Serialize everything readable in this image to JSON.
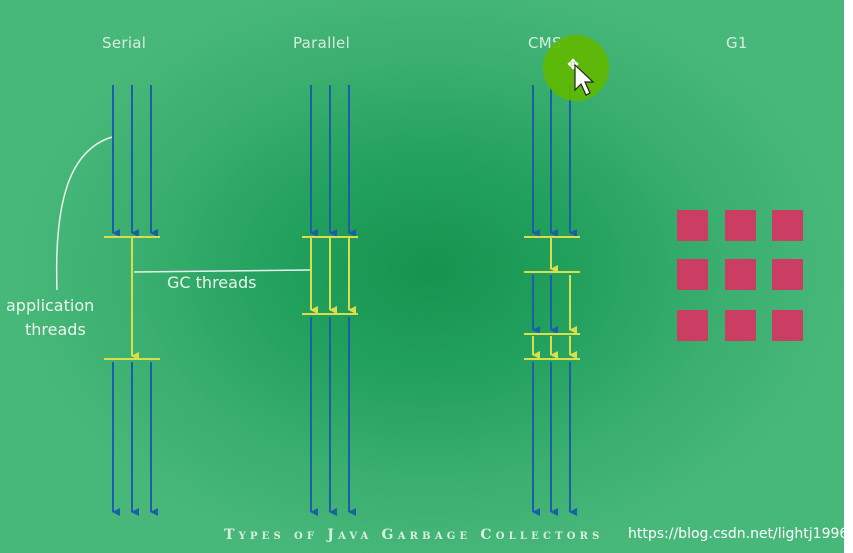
{
  "diagram": {
    "columns": [
      {
        "key": "serial",
        "label": "Serial"
      },
      {
        "key": "parallel",
        "label": "Parallel"
      },
      {
        "key": "cms",
        "label": "CMS"
      },
      {
        "key": "g1",
        "label": "G1"
      }
    ],
    "labels": {
      "application_threads_line1": "application",
      "application_threads_line2": "threads",
      "gc_threads": "GC threads"
    },
    "footer_title": "Types of Java Garbage Collectors",
    "watermark": "https://blog.csdn.net/lightj1996"
  },
  "colors": {
    "background": "#22a05d",
    "application_thread": "#1c5fa8",
    "gc_thread": "#d8df4a",
    "region": "#cc3d63",
    "cursor_highlight": "#5fb800"
  },
  "icons": {
    "cursor": "move-cursor-icon"
  }
}
